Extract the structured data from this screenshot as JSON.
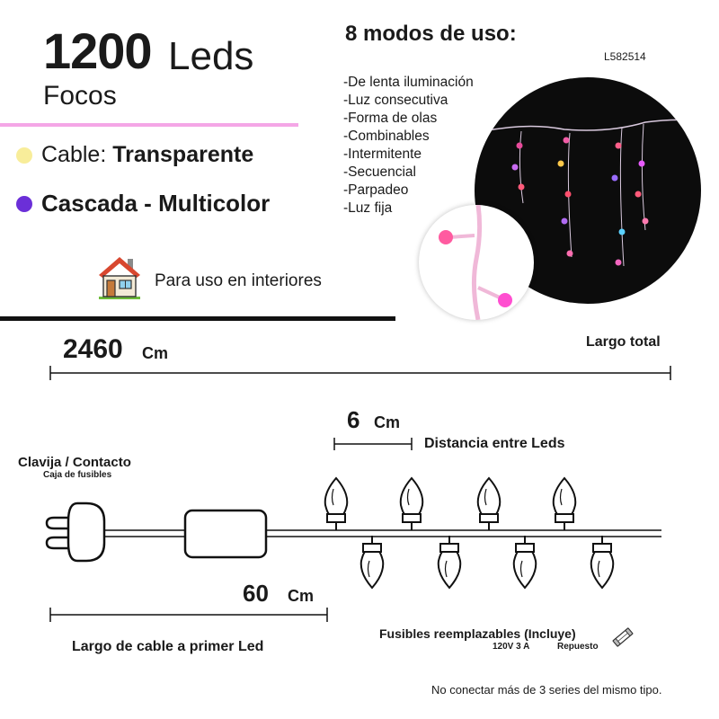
{
  "header": {
    "count": "1200",
    "count_word": "Leds",
    "subtitle": "Focos",
    "cable_label": "Cable:",
    "cable_value": "Transparente",
    "cascade": "Cascada - Multicolor",
    "indoor": "Para uso en interiores"
  },
  "modes": {
    "title": "8 modos de uso:",
    "sku": "L582514",
    "items": [
      "-De lenta iluminación",
      "-Luz consecutiva",
      "-Forma de olas",
      "-Combinables",
      "-Intermitente",
      "-Secuencial",
      "-Parpadeo",
      "-Luz fija"
    ]
  },
  "dimensions": {
    "total_length": "2460",
    "total_unit": "Cm",
    "total_label": "Largo total",
    "spacing": "6",
    "spacing_unit": "Cm",
    "spacing_label": "Distancia entre Leds",
    "lead_length": "60",
    "lead_unit": "Cm",
    "lead_label": "Largo de cable a primer Led"
  },
  "plug": {
    "title": "Clavija / Contacto",
    "subtitle": "Caja de fusibles"
  },
  "fuses": {
    "title": "Fusibles reemplazables (Incluye)",
    "rating": "120V 3 A",
    "spare": "Repuesto"
  },
  "note": "No conectar más de 3 series del mismo tipo.",
  "colors": {
    "cable_dot": "#f8ed9a",
    "cascade_dot": "#6b2fd8",
    "accent_rule": "#f4a6e6"
  }
}
